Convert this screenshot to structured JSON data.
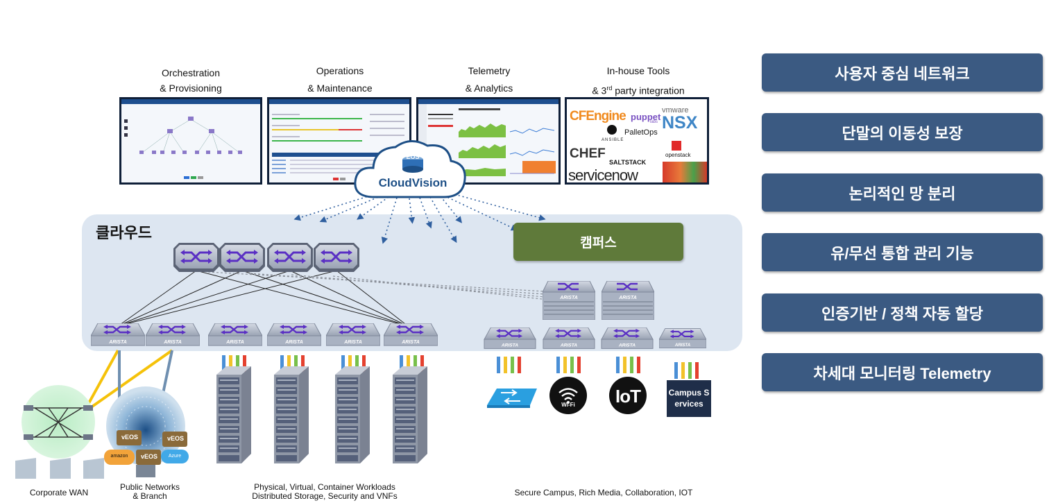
{
  "top_captions": [
    "Orchestration\n& Provisioning",
    "Operations\n& Maintenance",
    "Telemetry\n& Analytics",
    "In-house Tools\n& 3rd party integration"
  ],
  "top_caption_lines": {
    "c1a": "Orchestration",
    "c1b": "& Provisioning",
    "c2a": "Operations",
    "c2b": "& Maintenance",
    "c3a": "Telemetry",
    "c3b": "& Analytics",
    "c4a": "In-house Tools",
    "c4b_pre": "& 3",
    "c4b_sup": "rd",
    "c4b_post": " party integration"
  },
  "cloudvision": {
    "eos": "EOS",
    "name": "CloudVision"
  },
  "tools": {
    "cfengine": "CFEngine",
    "puppet": "puppet",
    "puppet_sub": "labs",
    "vmware": "vmware",
    "nsx": "NSX",
    "palletops": "PalletOps",
    "ansible": "ANSIBLE",
    "chef": "CHEF",
    "saltstack": "SALTSTACK",
    "openstack": "openstack",
    "servicenow": "servicenow"
  },
  "cloud_label": "클라우드",
  "campus_label": "캠퍼스",
  "switch_brand": "ARISTA",
  "features": [
    "사용자 중심 네트워크",
    "단말의 이동성 보장",
    "논리적인 망 분리",
    "유/무선 통합 관리 기능",
    "인증기반 / 정책 자동 할당",
    "차세대 모니터링 Telemetry"
  ],
  "devices": {
    "wifi": "Wi-Fi",
    "iot": "IoT",
    "campus_services": "Campus S\nervices"
  },
  "device_lines": {
    "cs1": "Campus S",
    "cs2": "ervices"
  },
  "veos": {
    "label": "vEOS",
    "amazon": "amazon",
    "azure": "Azure"
  },
  "bottom_captions": {
    "corporate_wan": "Corporate WAN",
    "public_networks_1": "Public Networks",
    "public_networks_2": "& Branch",
    "workloads_1": "Physical, Virtual, Container Workloads",
    "workloads_2": "Distributed Storage, Security and VNFs",
    "campus": "Secure Campus, Rich Media, Collaboration,  IOT"
  },
  "colors": {
    "feature_box": "#3b5a82",
    "campus_box": "#5f7a3a",
    "cloud_area": "#dde6f1",
    "switch_body": "#a9b2c2",
    "switch_arrows": "#5a2fc4",
    "link_yellow": "#f5c20a",
    "link_blue": "#6f8fb0"
  }
}
